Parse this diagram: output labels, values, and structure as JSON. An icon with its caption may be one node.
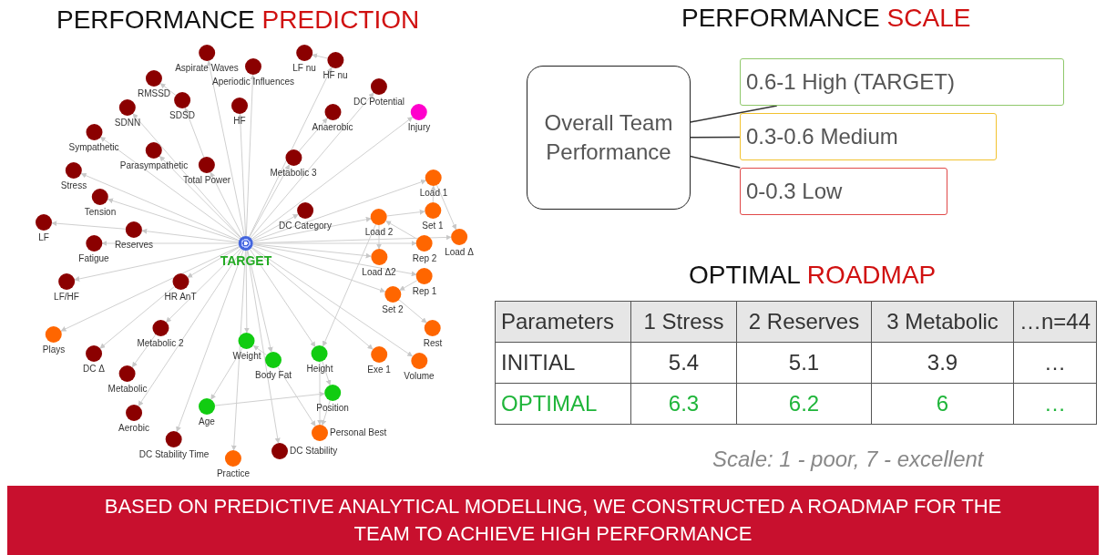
{
  "diagram": {
    "caption": "BASED ON PREDICTIVE ANALYTICAL MODELLING, WE CONSTRUCTED A ROADMAP FOR THE TEAM TO ACHIEVE HIGH PERFORMANCE",
    "nodes": [
      {
        "text": [
          "TARGET"
        ]
      },
      {
        "text": [
          "Aspirate Waves"
        ]
      },
      {
        "text": [
          "Aperiodic Influences"
        ]
      },
      {
        "text": [
          "LF nu"
        ]
      },
      {
        "text": [
          "HF nu"
        ]
      },
      {
        "text": [
          "RMSSD"
        ]
      },
      {
        "text": [
          "SDSD"
        ]
      },
      {
        "text": [
          "SDNN"
        ]
      },
      {
        "text": [
          "HF"
        ]
      },
      {
        "text": [
          "DC Potential"
        ]
      },
      {
        "text": [
          "Injury"
        ]
      },
      {
        "text": [
          "Anaerobic"
        ]
      },
      {
        "text": [
          "Sympathetic"
        ]
      },
      {
        "text": [
          "Parasympathetic"
        ]
      },
      {
        "text": [
          "Total Power"
        ]
      },
      {
        "text": [
          "Metabolic 3"
        ]
      },
      {
        "text": [
          "Stress"
        ]
      },
      {
        "text": [
          "Tension"
        ]
      },
      {
        "text": [
          "LF"
        ]
      },
      {
        "text": [
          "Reserves"
        ]
      },
      {
        "text": [
          "Fatigue"
        ]
      },
      {
        "text": [
          "DC Category"
        ]
      },
      {
        "text": [
          "LF/HF"
        ]
      },
      {
        "text": [
          "HR AnT"
        ]
      },
      {
        "text": [
          "Plays"
        ]
      },
      {
        "text": [
          "Metabolic 2"
        ]
      },
      {
        "text": [
          "DC Δ"
        ]
      },
      {
        "text": [
          "Metabolic"
        ]
      },
      {
        "text": [
          "Aerobic"
        ]
      },
      {
        "text": [
          "DC Stability Time"
        ]
      },
      {
        "text": [
          "DC Stability"
        ]
      },
      {
        "text": [
          "Load 1"
        ]
      },
      {
        "text": [
          "Load 2"
        ]
      },
      {
        "text": [
          "Set 1"
        ]
      },
      {
        "text": [
          "Load Δ"
        ]
      },
      {
        "text": [
          "Rep 2"
        ]
      },
      {
        "text": [
          "Load Δ2"
        ]
      },
      {
        "text": [
          "Rep 1"
        ]
      },
      {
        "text": [
          "Set 2"
        ]
      },
      {
        "text": [
          "Rest"
        ]
      },
      {
        "text": [
          "Exe 1"
        ]
      },
      {
        "text": [
          "Volume"
        ]
      },
      {
        "text": [
          "Personal Best"
        ]
      },
      {
        "text": [
          "Practice"
        ]
      },
      {
        "text": [
          "Weight"
        ]
      },
      {
        "text": [
          "Body Fat"
        ]
      },
      {
        "text": [
          "Height"
        ]
      },
      {
        "text": [
          "Position"
        ]
      },
      {
        "text": [
          "Age"
        ]
      },
      {
        "text": [
          "Overall Team Performance"
        ]
      },
      {
        "text": [
          "0.6-1 High (TARGET)"
        ]
      },
      {
        "text": [
          "0.3-0.6 Medium"
        ]
      },
      {
        "text": [
          "0-0.3 Low"
        ]
      }
    ],
    "edges": [
      {
        "from": 0,
        "to": 1,
        "arrow": "to"
      },
      {
        "from": 0,
        "to": 2,
        "arrow": "to"
      },
      {
        "from": 0,
        "to": 4,
        "arrow": "to"
      },
      {
        "from": 4,
        "to": 3,
        "arrow": "to"
      },
      {
        "from": 0,
        "to": 8,
        "arrow": "to"
      },
      {
        "from": 0,
        "to": 14,
        "arrow": "to"
      },
      {
        "from": 14,
        "to": 6,
        "arrow": "to"
      },
      {
        "from": 6,
        "to": 5,
        "arrow": "to"
      },
      {
        "from": 0,
        "to": 7,
        "arrow": "to"
      },
      {
        "from": 0,
        "to": 13,
        "arrow": "to"
      },
      {
        "from": 0,
        "to": 12,
        "arrow": "to"
      },
      {
        "from": 0,
        "to": 16,
        "arrow": "to"
      },
      {
        "from": 0,
        "to": 17,
        "arrow": "to"
      },
      {
        "from": 0,
        "to": 19,
        "arrow": "to"
      },
      {
        "from": 19,
        "to": 18,
        "arrow": "to"
      },
      {
        "from": 0,
        "to": 20,
        "arrow": "to"
      },
      {
        "from": 0,
        "to": 22,
        "arrow": "to"
      },
      {
        "from": 0,
        "to": 23,
        "arrow": "to"
      },
      {
        "from": 0,
        "to": 24,
        "arrow": "to"
      },
      {
        "from": 23,
        "to": 26,
        "arrow": "to"
      },
      {
        "from": 0,
        "to": 25,
        "arrow": "to"
      },
      {
        "from": 25,
        "to": 27,
        "arrow": "to"
      },
      {
        "from": 0,
        "to": 28,
        "arrow": "to"
      },
      {
        "from": 0,
        "to": 29,
        "arrow": "to"
      },
      {
        "from": 0,
        "to": 43,
        "arrow": "to"
      },
      {
        "from": 0,
        "to": 30,
        "arrow": "to"
      },
      {
        "from": 0,
        "to": 15,
        "arrow": "to"
      },
      {
        "from": 15,
        "to": 11,
        "arrow": "to"
      },
      {
        "from": 0,
        "to": 9,
        "arrow": "to"
      },
      {
        "from": 0,
        "to": 10,
        "arrow": "to"
      },
      {
        "from": 0,
        "to": 21,
        "arrow": "to"
      },
      {
        "from": 0,
        "to": 31,
        "arrow": "to"
      },
      {
        "from": 0,
        "to": 32,
        "arrow": "to"
      },
      {
        "from": 32,
        "to": 33,
        "arrow": "to"
      },
      {
        "from": 33,
        "to": 31,
        "arrow": "to"
      },
      {
        "from": 31,
        "to": 34,
        "arrow": "to"
      },
      {
        "from": 0,
        "to": 34,
        "arrow": "to"
      },
      {
        "from": 0,
        "to": 35,
        "arrow": "to"
      },
      {
        "from": 35,
        "to": 32,
        "arrow": "to"
      },
      {
        "from": 32,
        "to": 36,
        "arrow": "to"
      },
      {
        "from": 0,
        "to": 36,
        "arrow": "to"
      },
      {
        "from": 0,
        "to": 37,
        "arrow": "to"
      },
      {
        "from": 37,
        "to": 38,
        "arrow": "to"
      },
      {
        "from": 0,
        "to": 38,
        "arrow": "to"
      },
      {
        "from": 38,
        "to": 39,
        "arrow": "to"
      },
      {
        "from": 0,
        "to": 40,
        "arrow": "to"
      },
      {
        "from": 0,
        "to": 41,
        "arrow": "to"
      },
      {
        "from": 32,
        "to": 46,
        "arrow": "to"
      },
      {
        "from": 0,
        "to": 44,
        "arrow": "to"
      },
      {
        "from": 0,
        "to": 45,
        "arrow": "to"
      },
      {
        "from": 45,
        "to": 44,
        "arrow": "to"
      },
      {
        "from": 44,
        "to": 48,
        "arrow": "to"
      },
      {
        "from": 0,
        "to": 46,
        "arrow": "to"
      },
      {
        "from": 46,
        "to": 47,
        "arrow": "to"
      },
      {
        "from": 48,
        "to": 47,
        "arrow": "to"
      },
      {
        "from": 47,
        "to": 42,
        "arrow": "to"
      },
      {
        "from": 46,
        "to": 42,
        "arrow": "to"
      },
      {
        "from": 45,
        "to": 42,
        "arrow": "to"
      },
      {
        "from": 49,
        "to": 50,
        "arrow": "none",
        "color": "#333333"
      },
      {
        "from": 49,
        "to": 51,
        "arrow": "none",
        "color": "#333333"
      },
      {
        "from": 49,
        "to": 52,
        "arrow": "none",
        "color": "#333333"
      }
    ],
    "labels": [
      "PERFORMANCE",
      "PREDICTION",
      "PERFORMANCE",
      "SCALE",
      "OPTIMAL",
      "ROADMAP",
      "Parameters",
      "1 Stress",
      "2 Reserves",
      "3 Metabolic",
      "…n=44",
      "INITIAL",
      "5.4",
      "5.1",
      "3.9",
      "…",
      "OPTIMAL",
      "6.3",
      "6.2",
      "6",
      "…",
      "Scale: 1 - poor, 7 - excellent"
    ]
  }
}
